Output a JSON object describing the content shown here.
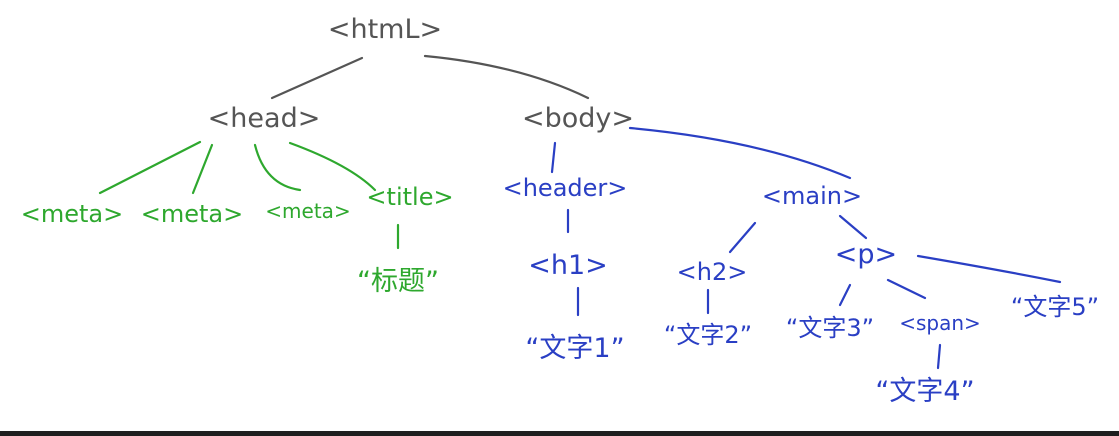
{
  "colors": {
    "root": "#555555",
    "head_branch": "#2ea82e",
    "body_branch": "#2a3fc4"
  },
  "nodes": {
    "html": "<htmL>",
    "head": "<head>",
    "body": "<body>",
    "meta1": "<meta>",
    "meta2": "<meta>",
    "meta3": "<meta>",
    "title": "<title>",
    "title_text": "“标题”",
    "header": "<header>",
    "main": "<main>",
    "h1": "<h1>",
    "h1_text": "“文字1”",
    "h2": "<h2>",
    "h2_text": "“文字2”",
    "p": "<p>",
    "p_text3": "“文字3”",
    "span": "<span>",
    "span_text": "“文字4”",
    "p_text5": "“文字5”"
  }
}
